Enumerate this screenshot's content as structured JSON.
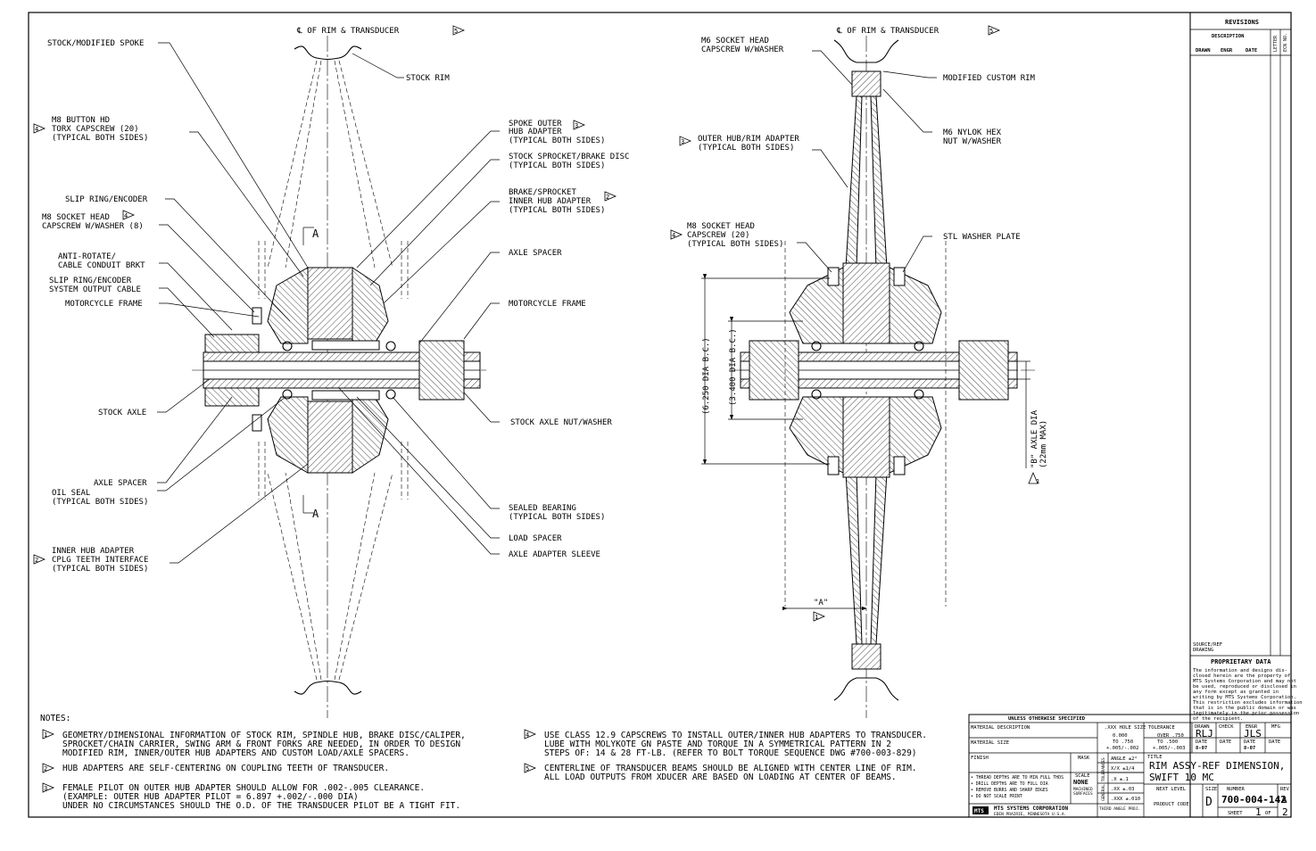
{
  "left_view": {
    "centerline": "℄ OF RIM & TRANSDUCER",
    "centerline_flag": "5",
    "section_mark": "A",
    "labels": {
      "stock_modified_spoke": "STOCK/MODIFIED SPOKE",
      "stock_rim": "STOCK RIM",
      "button_hd_1": "M8 BUTTON HD",
      "button_hd_2": "TORX CAPSCREW (20)",
      "button_hd_3": "(TYPICAL BOTH SIDES)",
      "button_hd_flag": "4",
      "spoke_outer_1": "SPOKE OUTER",
      "spoke_outer_2": "HUB ADAPTER",
      "spoke_outer_3": "(TYPICAL BOTH SIDES)",
      "spoke_outer_flag": "3",
      "stock_sprocket_1": "STOCK SPROCKET/BRAKE DISC",
      "stock_sprocket_2": "(TYPICAL BOTH SIDES)",
      "brake_sprocket_1": "BRAKE/SPROCKET",
      "brake_sprocket_2": "INNER HUB ADAPTER",
      "brake_sprocket_3": "(TYPICAL BOTH SIDES)",
      "brake_sprocket_flag": "2",
      "slip_ring": "SLIP RING/ENCODER",
      "socket_head_1": "M8 SOCKET HEAD",
      "socket_head_2": "CAPSCREW W/WASHER (8)",
      "socket_head_flag": "4",
      "anti_rotate_1": "ANTI-ROTATE/",
      "anti_rotate_2": "CABLE CONDUIT BRKT",
      "slip_cable_1": "SLIP RING/ENCODER",
      "slip_cable_2": "SYSTEM OUTPUT CABLE",
      "moto_frame_left": "MOTORCYCLE FRAME",
      "axle_spacer_right": "AXLE SPACER",
      "moto_frame_right": "MOTORCYCLE FRAME",
      "stock_axle": "STOCK AXLE",
      "axle_nut": "STOCK AXLE NUT/WASHER",
      "axle_spacer_left": "AXLE SPACER",
      "oil_seal_1": "OIL SEAL",
      "oil_seal_2": "(TYPICAL BOTH SIDES)",
      "sealed_bearing_1": "SEALED BEARING",
      "sealed_bearing_2": "(TYPICAL BOTH SIDES)",
      "load_spacer": "LOAD SPACER",
      "axle_adapter": "AXLE ADAPTER SLEEVE",
      "inner_hub_1": "INNER HUB ADAPTER",
      "inner_hub_2": "CPLG TEETH INTERFACE",
      "inner_hub_3": "(TYPICAL BOTH SIDES)",
      "inner_hub_flag": "2"
    }
  },
  "right_view": {
    "centerline": "℄ OF RIM & TRANSDUCER",
    "centerline_flag": "5",
    "labels": {
      "m6_socket_1": "M6 SOCKET HEAD",
      "m6_socket_2": "CAPSCREW W/WASHER",
      "modified_rim": "MODIFIED CUSTOM RIM",
      "outer_hub_1": "OUTER HUB/RIM ADAPTER",
      "outer_hub_2": "(TYPICAL BOTH SIDES)",
      "outer_hub_flag": "3",
      "nylok_1": "M6 NYLOK HEX",
      "nylok_2": "NUT W/WASHER",
      "m8_socket_1": "M8 SOCKET HEAD",
      "m8_socket_2": "CAPSCREW (20)",
      "m8_socket_3": "(TYPICAL BOTH SIDES)",
      "m8_socket_flag": "4",
      "stl_washer": "STL WASHER PLATE",
      "dim_6250": "(6.250 DIA B.C.)",
      "dim_3400": "(3.400 DIA B.C.)",
      "dim_axle_1": "\"B\" AXLE DIA",
      "dim_axle_2": "(22mm MAX)",
      "dim_axle_flag": "1",
      "dim_a": "\"A\"",
      "dim_a_flag": "1"
    }
  },
  "notes": {
    "heading": "NOTES:",
    "n1_flag": "1",
    "n1_l1": "GEOMETRY/DIMENSIONAL INFORMATION OF STOCK RIM, SPINDLE HUB, BRAKE DISC/CALIPER,",
    "n1_l2": "SPROCKET/CHAIN CARRIER, SWING ARM & FRONT FORKS ARE NEEDED, IN ORDER TO DESIGN",
    "n1_l3": "MODIFIED RIM, INNER/OUTER HUB ADAPTERS AND CUSTOM LOAD/AXLE SPACERS.",
    "n2_flag": "2",
    "n2_l1": "HUB ADAPTERS ARE SELF-CENTERING ON COUPLING TEETH OF TRANSDUCER.",
    "n3_flag": "3",
    "n3_l1": "FEMALE PILOT ON OUTER HUB ADAPTER SHOULD ALLOW FOR .002-.005 CLEARANCE.",
    "n3_l2": "(EXAMPLE: OUTER HUB ADAPTER PILOT = 6.897 +.002/-.000 DIA)",
    "n3_l3": "UNDER NO CIRCUMSTANCES SHOULD THE O.D. OF THE TRANSDUCER PILOT BE A TIGHT FIT.",
    "n4_flag": "4",
    "n4_l1": "USE CLASS 12.9 CAPSCREWS TO INSTALL OUTER/INNER HUB ADAPTERS TO TRANSDUCER.",
    "n4_l2": "LUBE WITH MOLYKOTE GN PASTE AND TORQUE IN A SYMMETRICAL PATTERN IN 2",
    "n4_l3": "STEPS OF: 14 & 28 FT-LB. (REFER TO BOLT TORQUE SEQUENCE DWG #700-003-829)",
    "n5_flag": "5",
    "n5_l1": "CENTERLINE OF TRANSDUCER BEAMS SHOULD BE ALIGNED WITH CENTER LINE OF RIM.",
    "n5_l2": "ALL LOAD OUTPUTS FROM XDUCER ARE BASED ON LOADING AT CENTER OF BEAMS."
  },
  "revisions": {
    "title": "REVISIONS",
    "description": "DESCRIPTION",
    "drawn": "DRAWN",
    "engr": "ENGR",
    "date": "DATE",
    "letter": "LETTER",
    "ecn": "ECN NO."
  },
  "proprietary": {
    "source_1": "SOURCE/REF",
    "source_2": "DRAWING",
    "title": "PROPRIETARY DATA",
    "l1": "The information and designs dis-",
    "l2": "closed herein are the property of",
    "l3": "MTS Systems Corporation and may not",
    "l4": "be used, reproduced or disclosed in",
    "l5": "any form except as granted in",
    "l6": "writing by MTS Systems Corporation.",
    "l7": "This restriction excludes information",
    "l8": "that is in the public domain or was",
    "l9": "legitimately in the prior possession",
    "l10": "of the recipient."
  },
  "title_block": {
    "unless": "UNLESS OTHERWISE SPECIFIED",
    "material_desc": "MATERIAL DESCRIPTION",
    "material_size": "MATERIAL SIZE",
    "finish": "FINISH",
    "mask": "MASK",
    "scale_label": "SCALE",
    "scale_value": "NONE",
    "machined_1": "MACHINED",
    "machined_2": "SURFACES",
    "gen_1": "• THREAD DEPTHS ARE TO MIN FULL THDS",
    "gen_2": "• DRILL DEPTHS ARE TO FULL DIA",
    "gen_3": "• REMOVE BURRS AND SHARP EDGES",
    "gen_4": "• DO NOT SCALE PRINT",
    "company_1": "MTS SYSTEMS CORPORATION",
    "company_2": "EDEN PRAIRIE, MINNESOTA U.S.A.",
    "logo": "MTS",
    "hole_size": ".XXX HOLE SIZE",
    "tolerance": "TOLERANCE",
    "h1": "0.000",
    "h2": "TO .750",
    "h3": "+.005/-.002",
    "t1": "OVER .750",
    "t2": "TO .500",
    "t3": "+.005/-.003",
    "angle": "ANGLE ±2°",
    "frac": "X/X ±1/4",
    "x1": ".X ±.1",
    "x2": ".XX ±.03",
    "x3": ".XXX ±.010",
    "general_tol": "GENERAL TOLERANCES",
    "third_angle": "THIRD ANGLE PROJ.",
    "drawn": "DRAWN",
    "drawn_v": "RLJ",
    "check": "CHECK",
    "engr": "ENGR",
    "engr_v": "JLS",
    "mfg": "MFG",
    "date": "DATE",
    "date_v1": "8-07",
    "date_v2": "8-07",
    "title_label": "TITLE",
    "title_1": "RIM ASSY-REF DIMENSION,",
    "title_2": "SWIFT 10 MC",
    "next_level": "NEXT LEVEL",
    "product_code": "PRODUCT CODE",
    "size": "SIZE",
    "size_v": "D",
    "number": "NUMBER",
    "number_v": "700-004-142",
    "rev": "REV",
    "rev_v": "A",
    "sheet": "SHEET",
    "sheet_v": "1",
    "of": "OF",
    "of_v": "2"
  }
}
